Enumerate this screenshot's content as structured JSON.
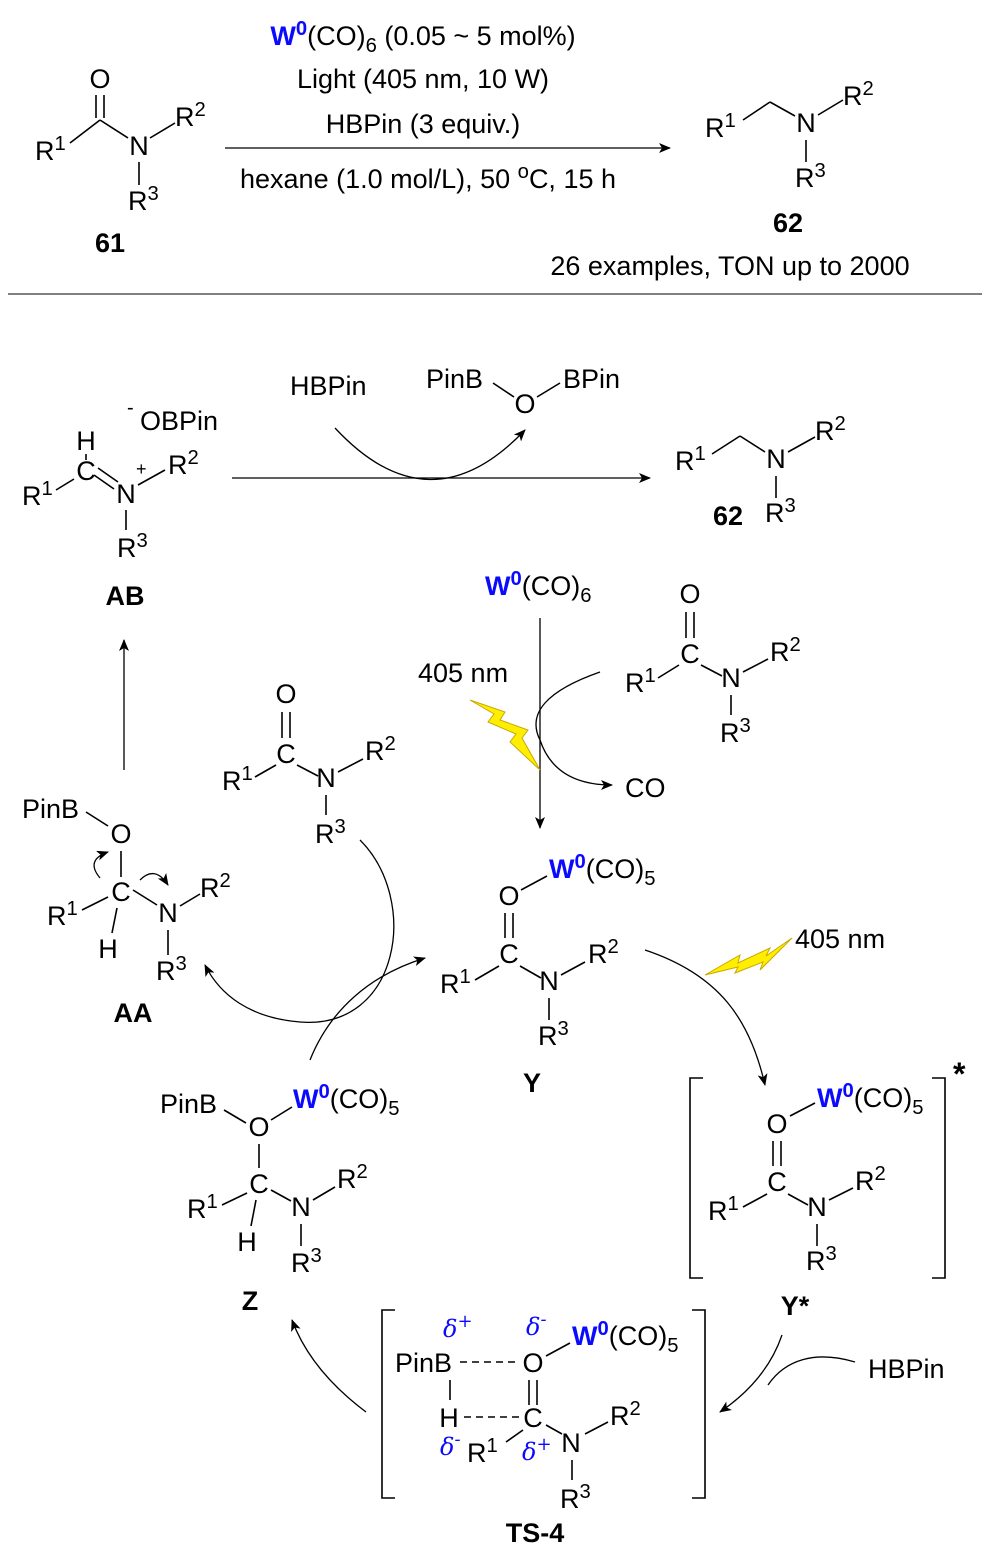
{
  "reaction": {
    "reactant": {
      "O": "O",
      "R1": "R^1",
      "N": "N",
      "R2": "R^2",
      "R3": "R^3",
      "label": "61"
    },
    "conditions": {
      "catalyst_metal": "W^0",
      "catalyst_rest": "(CO)_6 (0.05 ~ 5 mol%)",
      "light": "Light (405 nm, 10 W)",
      "reductant": "HBPin (3 equiv.)",
      "solvent": "hexane (1.0 mol/L), 50 ^oC, 15 h"
    },
    "product": {
      "R1": "R^1",
      "N": "N",
      "R2": "R^2",
      "R3": "R^3",
      "label": "62"
    },
    "scope": "26 examples, TON up to 2000"
  },
  "mechanism": {
    "AB": {
      "anion_charge": "-",
      "anion": "OBPin",
      "H": "H",
      "C": "C",
      "R1": "R^1",
      "N": "N",
      "plus": "+",
      "R2": "R^2",
      "R3": "R^3",
      "label": "AB"
    },
    "top_step": {
      "reagent": "HBPin",
      "byproduct_left": "PinB",
      "byproduct_O": "O",
      "byproduct_right": "BPin"
    },
    "product": {
      "R1": "R^1",
      "N": "N",
      "R2": "R^2",
      "R3": "R^3",
      "label": "62"
    },
    "catalyst": {
      "metal": "W^0",
      "rest": "(CO)_6"
    },
    "light_1": "405 nm",
    "substrate_right": {
      "O": "O",
      "C": "C",
      "R1": "R^1",
      "N": "N",
      "R2": "R^2",
      "R3": "R^3"
    },
    "co_release": "CO",
    "substrate_left": {
      "O": "O",
      "C": "C",
      "R1": "R^1",
      "N": "N",
      "R2": "R^2",
      "R3": "R^3"
    },
    "AA": {
      "PinB": "PinB",
      "O": "O",
      "C": "C",
      "R1": "R^1",
      "H": "H",
      "N": "N",
      "R2": "R^2",
      "R3": "R^3",
      "label": "AA"
    },
    "Y": {
      "O": "O",
      "metal": "W^0",
      "rest": "(CO)_5",
      "C": "C",
      "R1": "R^1",
      "N": "N",
      "R2": "R^2",
      "R3": "R^3",
      "label": "Y"
    },
    "light_2": "405 nm",
    "Y_star": {
      "O": "O",
      "metal": "W^0",
      "rest": "(CO)_5",
      "C": "C",
      "R1": "R^1",
      "N": "N",
      "R2": "R^2",
      "R3": "R^3",
      "excited": "*",
      "label": "Y*"
    },
    "hbpin": "HBPin",
    "TS4": {
      "d1": "δ^+",
      "d2": "δ^-",
      "metal": "W^0",
      "rest": "(CO)_5",
      "PinB": "PinB",
      "O": "O",
      "H": "H",
      "C": "C",
      "d3": "δ^-",
      "R1": "R^1",
      "d4": "δ^+",
      "N": "N",
      "R2": "R^2",
      "R3": "R^3",
      "label": "TS-4"
    },
    "Z": {
      "PinB": "PinB",
      "O": "O",
      "metal": "W^0",
      "rest": "(CO)_5",
      "C": "C",
      "R1": "R^1",
      "H": "H",
      "N": "N",
      "R2": "R^2",
      "R3": "R^3",
      "label": "Z"
    }
  },
  "colors": {
    "metal": "#0a0aff",
    "lightning": "#ffee00"
  }
}
